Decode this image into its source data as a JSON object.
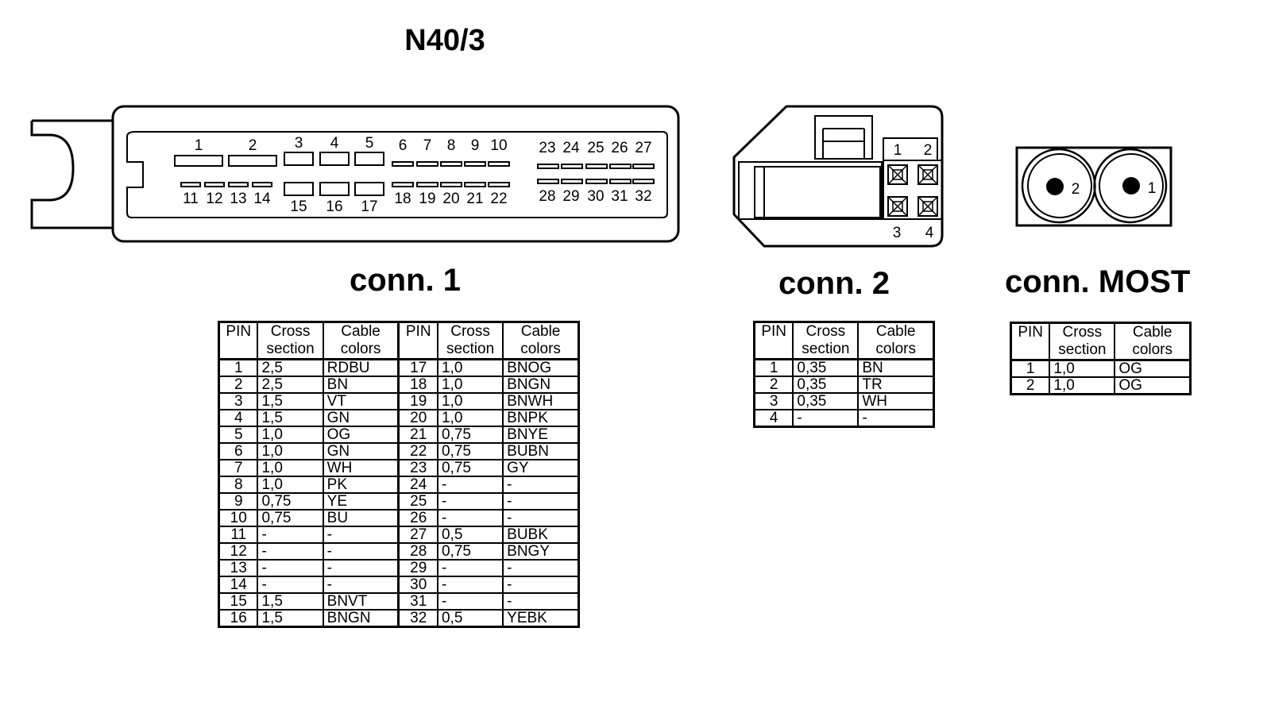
{
  "title": "N40/3",
  "connectors": {
    "conn1": {
      "label": "conn. 1",
      "top_pins": [
        "1",
        "2",
        "3",
        "4",
        "5",
        "6",
        "7",
        "8",
        "9",
        "10",
        "23",
        "24",
        "25",
        "26",
        "27"
      ],
      "bottom_pins": [
        "11",
        "12",
        "13",
        "14",
        "15",
        "16",
        "17",
        "18",
        "19",
        "20",
        "21",
        "22",
        "28",
        "29",
        "30",
        "31",
        "32"
      ]
    },
    "conn2": {
      "label": "conn. 2",
      "pins": [
        "1",
        "2",
        "3",
        "4"
      ]
    },
    "most": {
      "label": "conn. MOST",
      "pins": [
        "2",
        "1"
      ]
    }
  },
  "table_headers": {
    "pin": "PIN",
    "cross_1": "Cross",
    "cross_2": "section",
    "cable_1": "Cable",
    "cable_2": "colors"
  },
  "tables": {
    "conn1": {
      "rows": [
        {
          "pin": "1",
          "section": "2,5",
          "color": "RDBU",
          "pin2": "17",
          "section2": "1,0",
          "color2": "BNOG"
        },
        {
          "pin": "2",
          "section": "2,5",
          "color": "BN",
          "pin2": "18",
          "section2": "1,0",
          "color2": "BNGN"
        },
        {
          "pin": "3",
          "section": "1,5",
          "color": "VT",
          "pin2": "19",
          "section2": "1,0",
          "color2": "BNWH"
        },
        {
          "pin": "4",
          "section": "1,5",
          "color": "GN",
          "pin2": "20",
          "section2": "1,0",
          "color2": "BNPK"
        },
        {
          "pin": "5",
          "section": "1,0",
          "color": "OG",
          "pin2": "21",
          "section2": "0,75",
          "color2": "BNYE"
        },
        {
          "pin": "6",
          "section": "1,0",
          "color": "GN",
          "pin2": "22",
          "section2": "0,75",
          "color2": "BUBN"
        },
        {
          "pin": "7",
          "section": "1,0",
          "color": "WH",
          "pin2": "23",
          "section2": "0,75",
          "color2": "GY"
        },
        {
          "pin": "8",
          "section": "1,0",
          "color": "PK",
          "pin2": "24",
          "section2": "-",
          "color2": "-"
        },
        {
          "pin": "9",
          "section": "0,75",
          "color": "YE",
          "pin2": "25",
          "section2": "-",
          "color2": "-"
        },
        {
          "pin": "10",
          "section": "0,75",
          "color": "BU",
          "pin2": "26",
          "section2": "-",
          "color2": "-"
        },
        {
          "pin": "11",
          "section": "-",
          "color": "-",
          "pin2": "27",
          "section2": "0,5",
          "color2": "BUBK"
        },
        {
          "pin": "12",
          "section": "-",
          "color": "-",
          "pin2": "28",
          "section2": "0,75",
          "color2": "BNGY"
        },
        {
          "pin": "13",
          "section": "-",
          "color": "-",
          "pin2": "29",
          "section2": "-",
          "color2": "-"
        },
        {
          "pin": "14",
          "section": "-",
          "color": "-",
          "pin2": "30",
          "section2": "-",
          "color2": "-"
        },
        {
          "pin": "15",
          "section": "1,5",
          "color": "BNVT",
          "pin2": "31",
          "section2": "-",
          "color2": "-"
        },
        {
          "pin": "16",
          "section": "1,5",
          "color": "BNGN",
          "pin2": "32",
          "section2": "0,5",
          "color2": "YEBK"
        }
      ]
    },
    "conn2": {
      "rows": [
        {
          "pin": "1",
          "section": "0,35",
          "color": "BN"
        },
        {
          "pin": "2",
          "section": "0,35",
          "color": "TR"
        },
        {
          "pin": "3",
          "section": "0,35",
          "color": "WH"
        },
        {
          "pin": "4",
          "section": "-",
          "color": "-"
        }
      ]
    },
    "most": {
      "rows": [
        {
          "pin": "1",
          "section": "1,0",
          "color": "OG"
        },
        {
          "pin": "2",
          "section": "1,0",
          "color": "OG"
        }
      ]
    }
  }
}
